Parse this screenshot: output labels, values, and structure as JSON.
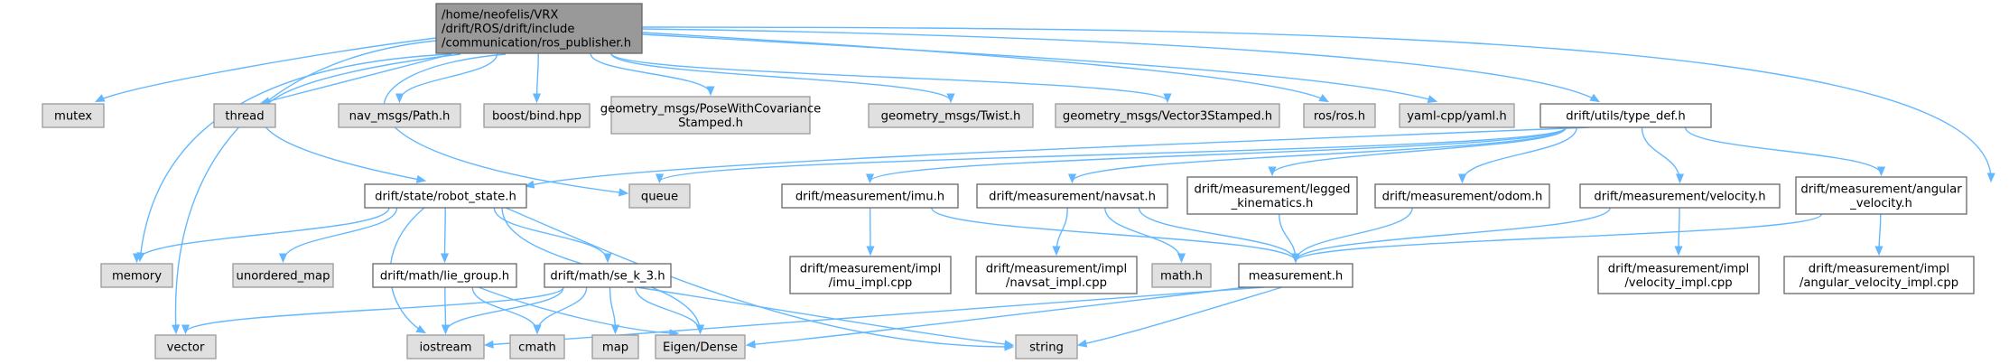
{
  "colors": {
    "root_fill": "#999999",
    "root_stroke": "#666666",
    "file_fill": "#ffffff",
    "file_stroke": "#666666",
    "system_fill": "#e0e0e0",
    "system_stroke": "#999999",
    "edge": "#63b8ff"
  },
  "nodes": [
    {
      "id": "root",
      "kind": "root",
      "lines": [
        "/home/neofelis/VRX",
        "/drift/ROS/drift/include",
        "/communication/ros_publisher.h"
      ]
    },
    {
      "id": "mutex",
      "kind": "system",
      "lines": [
        "mutex"
      ]
    },
    {
      "id": "thread",
      "kind": "system",
      "lines": [
        "thread"
      ]
    },
    {
      "id": "nav_path",
      "kind": "system",
      "lines": [
        "nav_msgs/Path.h"
      ]
    },
    {
      "id": "boost_bind",
      "kind": "system",
      "lines": [
        "boost/bind.hpp"
      ]
    },
    {
      "id": "geo_pose",
      "kind": "system",
      "lines": [
        "geometry_msgs/PoseWithCovariance",
        "Stamped.h"
      ]
    },
    {
      "id": "geo_twist",
      "kind": "system",
      "lines": [
        "geometry_msgs/Twist.h"
      ]
    },
    {
      "id": "geo_vec3",
      "kind": "system",
      "lines": [
        "geometry_msgs/Vector3Stamped.h"
      ]
    },
    {
      "id": "ros_ros",
      "kind": "system",
      "lines": [
        "ros/ros.h"
      ]
    },
    {
      "id": "yaml",
      "kind": "system",
      "lines": [
        "yaml-cpp/yaml.h"
      ]
    },
    {
      "id": "type_def",
      "kind": "file",
      "lines": [
        "drift/utils/type_def.h"
      ]
    },
    {
      "id": "robot_state",
      "kind": "file",
      "lines": [
        "drift/state/robot_state.h"
      ]
    },
    {
      "id": "queue",
      "kind": "system",
      "lines": [
        "queue"
      ]
    },
    {
      "id": "imu",
      "kind": "file",
      "lines": [
        "drift/measurement/imu.h"
      ]
    },
    {
      "id": "navsat",
      "kind": "file",
      "lines": [
        "drift/measurement/navsat.h"
      ]
    },
    {
      "id": "legged",
      "kind": "file",
      "lines": [
        "drift/measurement/legged",
        "_kinematics.h"
      ]
    },
    {
      "id": "odom",
      "kind": "file",
      "lines": [
        "drift/measurement/odom.h"
      ]
    },
    {
      "id": "velocity",
      "kind": "file",
      "lines": [
        "drift/measurement/velocity.h"
      ]
    },
    {
      "id": "angular",
      "kind": "file",
      "lines": [
        "drift/measurement/angular",
        "_velocity.h"
      ]
    },
    {
      "id": "memory",
      "kind": "system",
      "lines": [
        "memory"
      ]
    },
    {
      "id": "unordered_map",
      "kind": "system",
      "lines": [
        "unordered_map"
      ]
    },
    {
      "id": "lie_group",
      "kind": "file",
      "lines": [
        "drift/math/lie_group.h"
      ]
    },
    {
      "id": "se_k_3",
      "kind": "file",
      "lines": [
        "drift/math/se_k_3.h"
      ]
    },
    {
      "id": "imu_impl",
      "kind": "file",
      "lines": [
        "drift/measurement/impl",
        "/imu_impl.cpp"
      ]
    },
    {
      "id": "navsat_impl",
      "kind": "file",
      "lines": [
        "drift/measurement/impl",
        "/navsat_impl.cpp"
      ]
    },
    {
      "id": "math_h",
      "kind": "system",
      "lines": [
        "math.h"
      ]
    },
    {
      "id": "measurement",
      "kind": "file",
      "lines": [
        "measurement.h"
      ]
    },
    {
      "id": "velocity_impl",
      "kind": "file",
      "lines": [
        "drift/measurement/impl",
        "/velocity_impl.cpp"
      ]
    },
    {
      "id": "angular_impl",
      "kind": "file",
      "lines": [
        "drift/measurement/impl",
        "/angular_velocity_impl.cpp"
      ]
    },
    {
      "id": "vector",
      "kind": "system",
      "lines": [
        "vector"
      ]
    },
    {
      "id": "iostream",
      "kind": "system",
      "lines": [
        "iostream"
      ]
    },
    {
      "id": "cmath",
      "kind": "system",
      "lines": [
        "cmath"
      ]
    },
    {
      "id": "map",
      "kind": "system",
      "lines": [
        "map"
      ]
    },
    {
      "id": "eigen",
      "kind": "system",
      "lines": [
        "Eigen/Dense"
      ]
    },
    {
      "id": "string",
      "kind": "system",
      "lines": [
        "string"
      ]
    }
  ],
  "edges": [
    {
      "from": "root",
      "to": "mutex"
    },
    {
      "from": "root",
      "to": "thread"
    },
    {
      "from": "root",
      "to": "nav_path"
    },
    {
      "from": "root",
      "to": "boost_bind"
    },
    {
      "from": "root",
      "to": "geo_pose"
    },
    {
      "from": "root",
      "to": "geo_twist"
    },
    {
      "from": "root",
      "to": "geo_vec3"
    },
    {
      "from": "root",
      "to": "ros_ros"
    },
    {
      "from": "root",
      "to": "yaml"
    },
    {
      "from": "root",
      "to": "type_def"
    },
    {
      "from": "root",
      "to": "robot_state"
    },
    {
      "from": "root",
      "to": "queue"
    },
    {
      "from": "root",
      "to": "memory"
    },
    {
      "from": "root",
      "to": "vector"
    },
    {
      "from": "root",
      "to": "string"
    },
    {
      "from": "type_def",
      "to": "robot_state"
    },
    {
      "from": "type_def",
      "to": "queue"
    },
    {
      "from": "type_def",
      "to": "imu"
    },
    {
      "from": "type_def",
      "to": "navsat"
    },
    {
      "from": "type_def",
      "to": "legged"
    },
    {
      "from": "type_def",
      "to": "odom"
    },
    {
      "from": "type_def",
      "to": "velocity"
    },
    {
      "from": "type_def",
      "to": "angular"
    },
    {
      "from": "robot_state",
      "to": "memory"
    },
    {
      "from": "robot_state",
      "to": "unordered_map"
    },
    {
      "from": "robot_state",
      "to": "lie_group"
    },
    {
      "from": "robot_state",
      "to": "se_k_3"
    },
    {
      "from": "robot_state",
      "to": "iostream"
    },
    {
      "from": "robot_state",
      "to": "eigen"
    },
    {
      "from": "robot_state",
      "to": "string"
    },
    {
      "from": "lie_group",
      "to": "iostream"
    },
    {
      "from": "lie_group",
      "to": "cmath"
    },
    {
      "from": "lie_group",
      "to": "eigen"
    },
    {
      "from": "se_k_3",
      "to": "vector"
    },
    {
      "from": "se_k_3",
      "to": "iostream"
    },
    {
      "from": "se_k_3",
      "to": "cmath"
    },
    {
      "from": "se_k_3",
      "to": "map"
    },
    {
      "from": "se_k_3",
      "to": "eigen"
    },
    {
      "from": "se_k_3",
      "to": "string"
    },
    {
      "from": "imu",
      "to": "imu_impl"
    },
    {
      "from": "imu",
      "to": "measurement"
    },
    {
      "from": "navsat",
      "to": "navsat_impl"
    },
    {
      "from": "navsat",
      "to": "math_h"
    },
    {
      "from": "navsat",
      "to": "measurement"
    },
    {
      "from": "legged",
      "to": "measurement"
    },
    {
      "from": "odom",
      "to": "measurement"
    },
    {
      "from": "velocity",
      "to": "velocity_impl"
    },
    {
      "from": "velocity",
      "to": "measurement"
    },
    {
      "from": "angular",
      "to": "angular_impl"
    },
    {
      "from": "angular",
      "to": "measurement"
    },
    {
      "from": "measurement",
      "to": "iostream"
    },
    {
      "from": "measurement",
      "to": "eigen"
    },
    {
      "from": "measurement",
      "to": "string"
    }
  ]
}
